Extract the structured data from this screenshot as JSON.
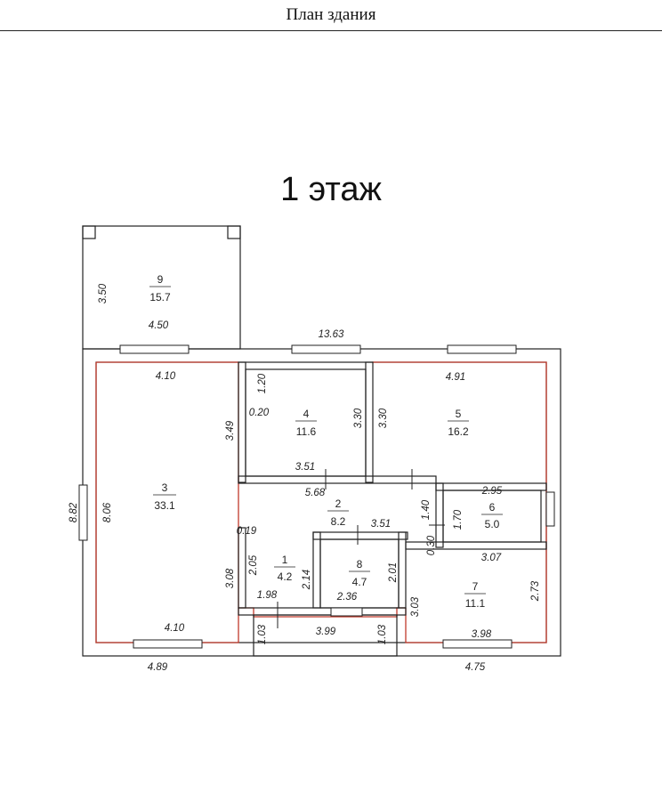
{
  "header": {
    "title": "План здания"
  },
  "floor": {
    "title": "1 этаж"
  },
  "rooms": [
    {
      "number": "9",
      "area": "15.7"
    },
    {
      "number": "3",
      "area": "33.1"
    },
    {
      "number": "4",
      "area": "11.6"
    },
    {
      "number": "5",
      "area": "16.2"
    },
    {
      "number": "2",
      "area": "8.2"
    },
    {
      "number": "6",
      "area": "5.0"
    },
    {
      "number": "1",
      "area": "4.2"
    },
    {
      "number": "8",
      "area": "4.7"
    },
    {
      "number": "7",
      "area": "11.1"
    }
  ],
  "dimensions": {
    "terrace_height": "3.50",
    "terrace_width": "4.50",
    "overall_width": "13.63",
    "overall_height": "8.82",
    "room3_top": "4.10",
    "room3_height": "8.06",
    "room3_bottom": "4.10",
    "room4_height_left": "3.49",
    "room4_offset": "1.20",
    "room4_gap": "0.20",
    "room4_height_right": "3.30",
    "room4_width": "3.51",
    "room5_height": "3.30",
    "room5_width": "4.91",
    "corridor_width": "5.68",
    "room2_width": "3.51",
    "room6_offset": "1.40",
    "room6_width": "2.95",
    "room6_height": "1.70",
    "room6_gap": "0.30",
    "room7_width_top": "3.07",
    "room7_height_right": "2.73",
    "room7_height_left": "3.03",
    "room7_width_bottom": "3.98",
    "room1_gap": "0.19",
    "room1_height": "2.05",
    "room1_height2": "2.14",
    "room1_width": "1.98",
    "room1_left_height": "3.08",
    "room8_height": "2.01",
    "room8_width": "2.36",
    "porch_left": "1.03",
    "porch_width": "3.99",
    "porch_right": "1.03",
    "bottom_left": "4.89",
    "bottom_right": "4.75"
  }
}
